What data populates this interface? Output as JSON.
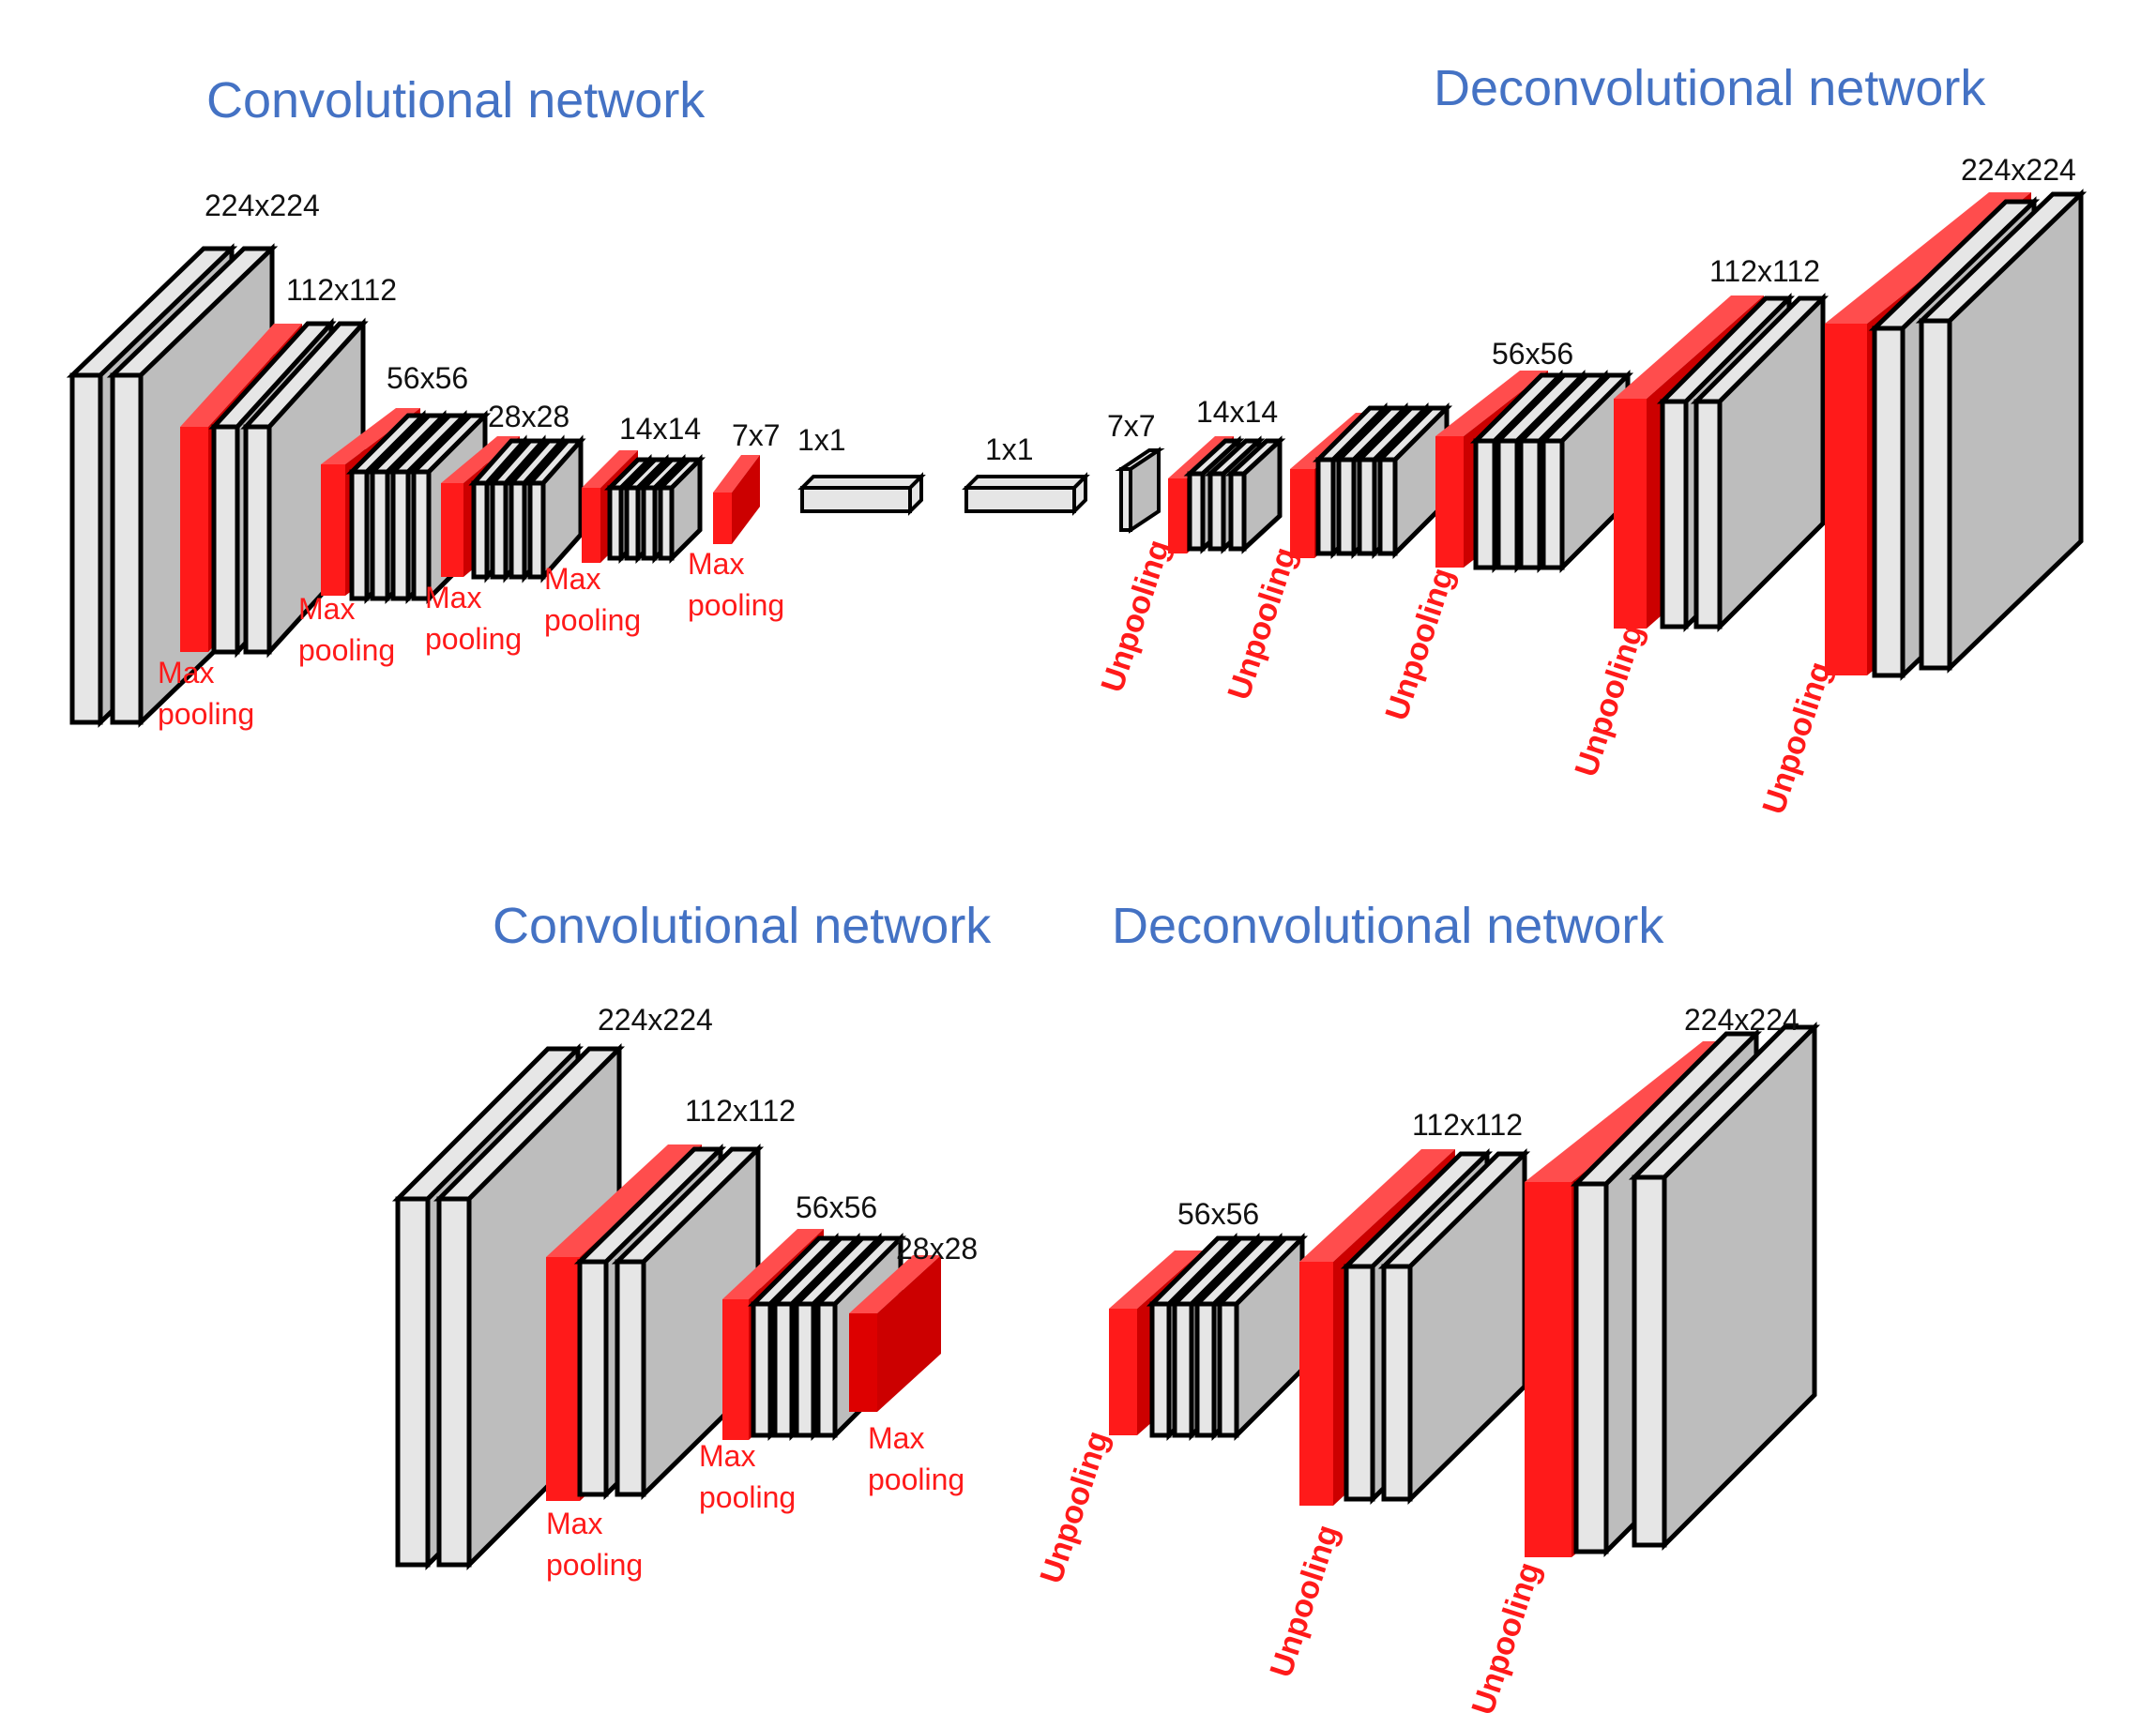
{
  "colors": {
    "title": "#4472C4",
    "pooling": "#ff1a1a",
    "feature_map_light": "#e6e6e6",
    "feature_map_dark": "#bdbdbd",
    "outline": "#000000"
  },
  "top_panel": {
    "conv_title": "Convolutional network",
    "deconv_title": "Deconvolutional network",
    "conv_dims": [
      "224x224",
      "112x112",
      "56x56",
      "28x28",
      "14x14",
      "7x7",
      "1x1"
    ],
    "deconv_dims": [
      "1x1",
      "7x7",
      "14x14",
      "56x56",
      "112x112",
      "224x224"
    ],
    "pool_label": "Max pooling",
    "unpool_label": "Unpooling"
  },
  "bottom_panel": {
    "conv_title": "Convolutional network",
    "deconv_title": "Deconvolutional network",
    "conv_dims": [
      "224x224",
      "112x112",
      "56x56",
      "28x28"
    ],
    "deconv_dims": [
      "56x56",
      "112x112",
      "224x224"
    ],
    "pool_label": "Max pooling",
    "unpool_label": "Unpooling"
  }
}
